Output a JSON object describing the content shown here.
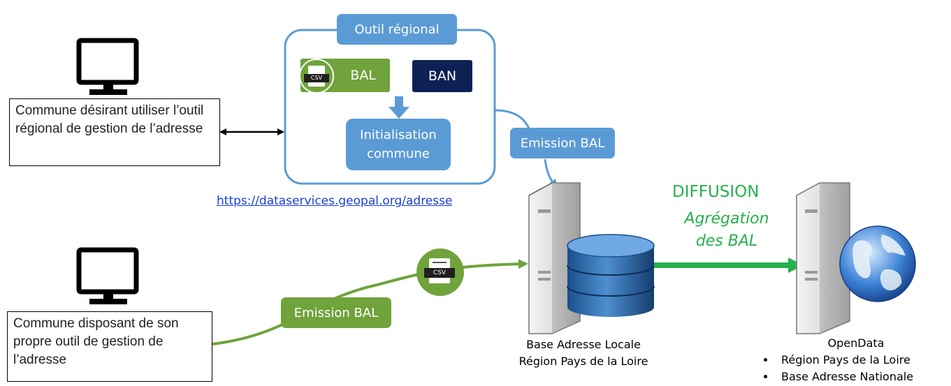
{
  "communes": {
    "top": "Commune désirant utiliser l’outil régional de gestion de l’adresse",
    "bottom": "Commune disposant de son propre outil de gestion de l’adresse"
  },
  "outil": {
    "title": "Outil régional",
    "bal": "BAL",
    "ban": "BAN",
    "csv_label": "CSV",
    "init_line1": "Initialisation",
    "init_line2": "commune",
    "url": "https://dataservices.geopal.org/adresse"
  },
  "emission_top": "Emission BAL",
  "emission_bottom": "Emission BAL",
  "csv_bottom": "CSV",
  "diffusion": {
    "title": "DIFFUSION",
    "subtitle_line1": "Agrégation",
    "subtitle_line2": "des BAL"
  },
  "base_locale": {
    "line1": "Base Adresse Locale",
    "line2": "Région Pays de la Loire"
  },
  "opendata": {
    "title": "OpenData",
    "items": [
      "Région Pays de la Loire",
      "Base Adresse Nationale"
    ]
  },
  "colors": {
    "blue": "#5b9bd5",
    "green": "#70a33b",
    "navy": "#0d2155",
    "diffusion_green": "#26b14d"
  }
}
